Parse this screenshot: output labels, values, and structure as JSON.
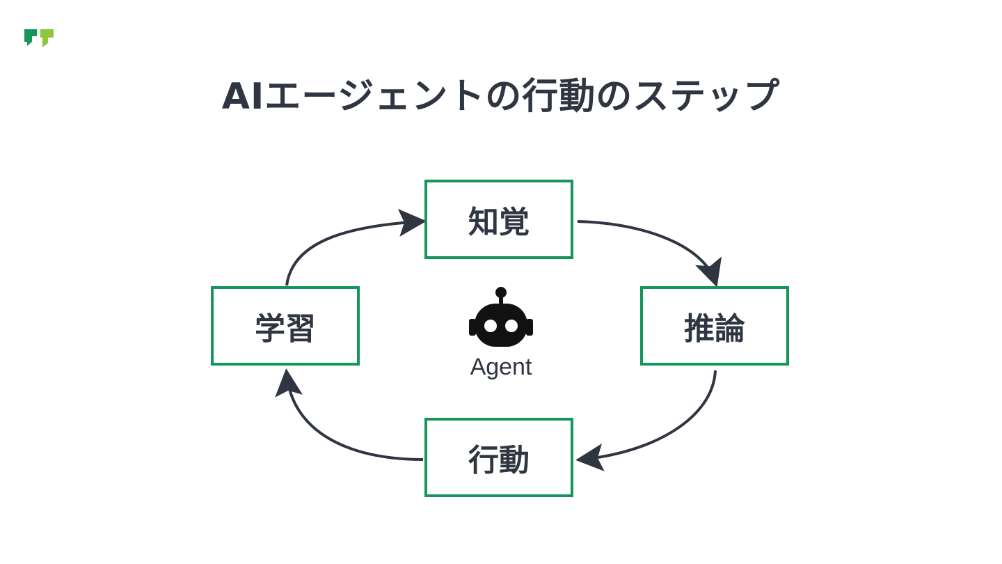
{
  "title": "AIエージェントの行動のステップ",
  "nodes": {
    "perception": "知覚",
    "reasoning": "推論",
    "action": "行動",
    "learning": "学習"
  },
  "agent": {
    "label": "Agent",
    "icon": "robot-icon"
  },
  "colors": {
    "box_border": "#16955a",
    "text": "#2f3541",
    "arrow": "#2f3541",
    "logo_dark": "#16955a",
    "logo_light": "#8dc63f"
  }
}
